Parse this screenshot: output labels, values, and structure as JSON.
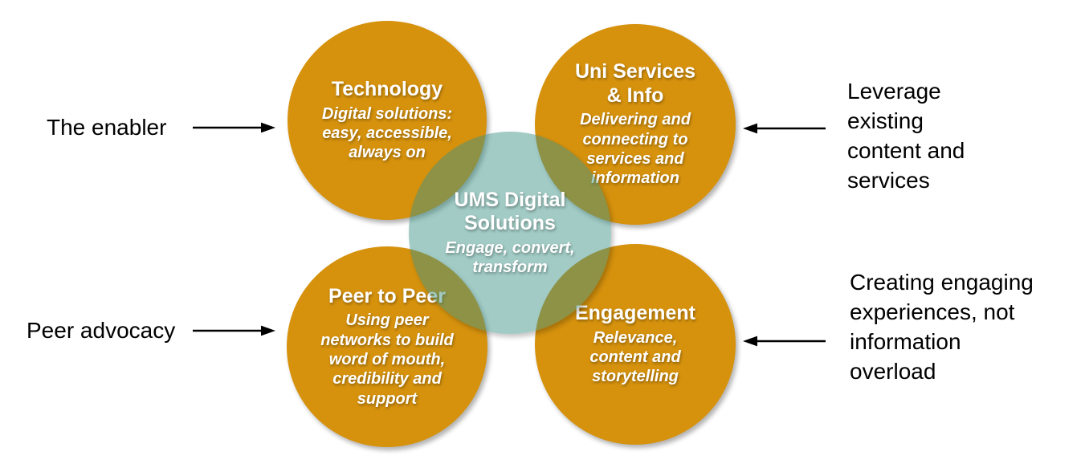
{
  "diagram": {
    "center": {
      "title": "UMS Digital\nSolutions",
      "subtitle": "Engage, convert,\ntransform"
    },
    "circles": [
      {
        "id": "technology",
        "title": "Technology",
        "subtitle": "Digital solutions:\neasy, accessible,\nalways on"
      },
      {
        "id": "uni-services",
        "title": "Uni Services\n& Info",
        "subtitle": "Delivering and\nconnecting to\nservices and\ninformation"
      },
      {
        "id": "peer-to-peer",
        "title": "Peer to Peer",
        "subtitle": "Using peer\nnetworks to build\nword of mouth,\ncredibility and\nsupport"
      },
      {
        "id": "engagement",
        "title": "Engagement",
        "subtitle": "Relevance,\ncontent and\nstorytelling"
      }
    ],
    "annotations": [
      {
        "id": "the-enabler",
        "text": "The enabler",
        "side": "left",
        "arrow_direction": "right"
      },
      {
        "id": "leverage",
        "text": "Leverage\nexisting\ncontent and\nservices",
        "side": "right",
        "arrow_direction": "left"
      },
      {
        "id": "peer-advocacy",
        "text": "Peer advocacy",
        "side": "left",
        "arrow_direction": "right"
      },
      {
        "id": "creating",
        "text": "Creating engaging\nexperiences, not\ninformation\noverload",
        "side": "right",
        "arrow_direction": "left"
      }
    ],
    "colors": {
      "circle_fill": "#D6920D",
      "center_fill": "rgba(61,146,133,0.48)",
      "text_on_circles": "#FFFFFF",
      "annotation_text": "#000000",
      "arrow": "#000000"
    }
  }
}
